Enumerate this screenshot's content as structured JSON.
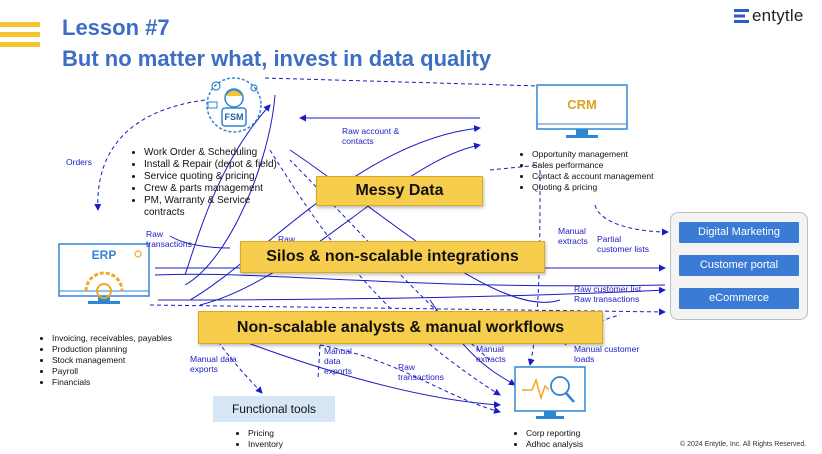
{
  "slide": {
    "title_line1": "Lesson #7",
    "title_line2": "But no matter what, invest in data quality",
    "logo_text": "entytle",
    "copyright": "© 2024 Entytle, Inc. All Rights Reserved."
  },
  "nodes": {
    "fsm": {
      "label": "FSM",
      "icon": "technician-person-icon",
      "bullets": [
        "Work Order & Scheduling",
        "Install & Repair (depot & field)",
        "Service quoting & pricing",
        "Crew & parts management",
        "PM, Warranty & Service contracts"
      ]
    },
    "crm": {
      "label": "CRM",
      "icon": "monitor-icon",
      "bullets": [
        "Opportunity management",
        "Sales performance",
        "Contact & account management",
        "Quoting & pricing"
      ]
    },
    "erp": {
      "label": "ERP",
      "icon": "monitor-gear-icon",
      "bullets": [
        "Invoicing, receivables, payables",
        "Production planning",
        "Stock management",
        "Payroll",
        "Financials"
      ]
    },
    "analytics": {
      "icon": "monitor-analytics-icon",
      "bullets": [
        "Corp reporting",
        "Adhoc analysis"
      ]
    },
    "functional_tools": {
      "label": "Functional tools",
      "bullets": [
        "Pricing",
        "Inventory"
      ]
    },
    "channels": [
      "Digital Marketing",
      "Customer portal",
      "eCommerce"
    ]
  },
  "banners": {
    "messy": "Messy Data",
    "silos": "Silos & non-scalable integrations",
    "analysts": "Non-scalable analysts & manual workflows"
  },
  "flow_labels": {
    "orders": "Orders",
    "raw_account": [
      "Raw account &",
      "contacts"
    ],
    "raw_transactions": [
      "Raw",
      "transactions"
    ],
    "raw": "Raw",
    "manual_extracts_top": [
      "Manual",
      "extracts"
    ],
    "partial_lists": [
      "Partial",
      "customer lists"
    ],
    "raw_customer_list": [
      "Raw customer list",
      "Raw transactions"
    ],
    "manual_data_exports_left": [
      "Manual data",
      "exports"
    ],
    "manual_data_exports_mid": [
      "Manual",
      "data",
      "exports"
    ],
    "raw_transactions_bottom": [
      "Raw",
      "transactions"
    ],
    "manual_extracts_bottom": [
      "Manual",
      "extracts"
    ],
    "manual_customer_loads": [
      "Manual customer",
      "loads"
    ]
  },
  "colors": {
    "title": "#3d6ec4",
    "flow": "#1c1cc4",
    "banner": "#f6cd4c",
    "channel": "#3a7bd5",
    "icon": "#2f86d3"
  }
}
